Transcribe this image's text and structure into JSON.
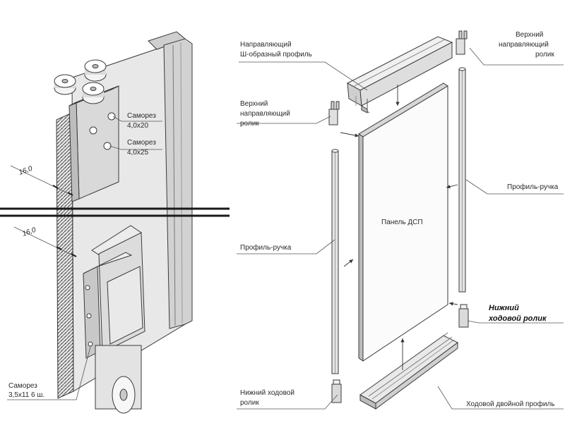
{
  "colors": {
    "line": "#3a3a3a",
    "face_light": "#f2f2f2",
    "face_mid": "#d9d9d9",
    "face_dark": "#a8a8a8",
    "hatch": "#555555"
  },
  "left_detail": {
    "labels": {
      "screw_4x20_line1": "Саморез",
      "screw_4x20_line2": "4,0х20",
      "screw_4x25_line1": "Саморез",
      "screw_4x25_line2": "4,0х25",
      "dim_top": "16,0",
      "dim_bottom": "16,0",
      "screw_35_line1": "Саморез",
      "screw_35_line2": "3,5х11 6 ш."
    }
  },
  "right_assembly": {
    "labels": {
      "top_profile_line1": "Направляющий",
      "top_profile_line2": "Ш-образный профиль",
      "top_roller_right_line1": "Верхний",
      "top_roller_right_line2": "направляющий",
      "top_roller_right_line3": "ролик",
      "top_roller_left_line1": "Верхний",
      "top_roller_left_line2": "направляющий",
      "top_roller_left_line3": "ролик",
      "handle_right": "Профиль-ручка",
      "panel": "Панель ДСП",
      "handle_left": "Профиль-ручка",
      "bottom_roller_right_line1": "Нижний",
      "bottom_roller_right_line2": "ходовой ролик",
      "bottom_roller_left_line1": "Нижний ходовой",
      "bottom_roller_left_line2": "ролик",
      "bottom_profile": "Ходовой двойной профиль"
    }
  }
}
